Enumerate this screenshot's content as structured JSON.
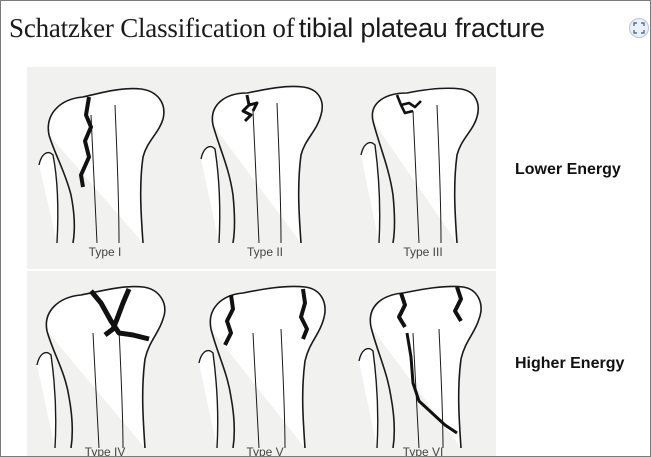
{
  "title": {
    "part1": "Schatzker Classification of",
    "part2": "tibial plateau fracture"
  },
  "controls": {
    "expand_icon": "expand-icon"
  },
  "diagram": {
    "types": [
      {
        "label": "Type I"
      },
      {
        "label": "Type II"
      },
      {
        "label": "Type III"
      },
      {
        "label": "Type IV"
      },
      {
        "label": "Type V"
      },
      {
        "label": "Type VI"
      }
    ],
    "energy_labels": {
      "lower": "Lower Energy",
      "higher": "Higher Energy"
    }
  },
  "colors": {
    "bone_outline": "#1a1a1a",
    "fracture": "#111111",
    "plate_bg": "#f1f1ef"
  }
}
